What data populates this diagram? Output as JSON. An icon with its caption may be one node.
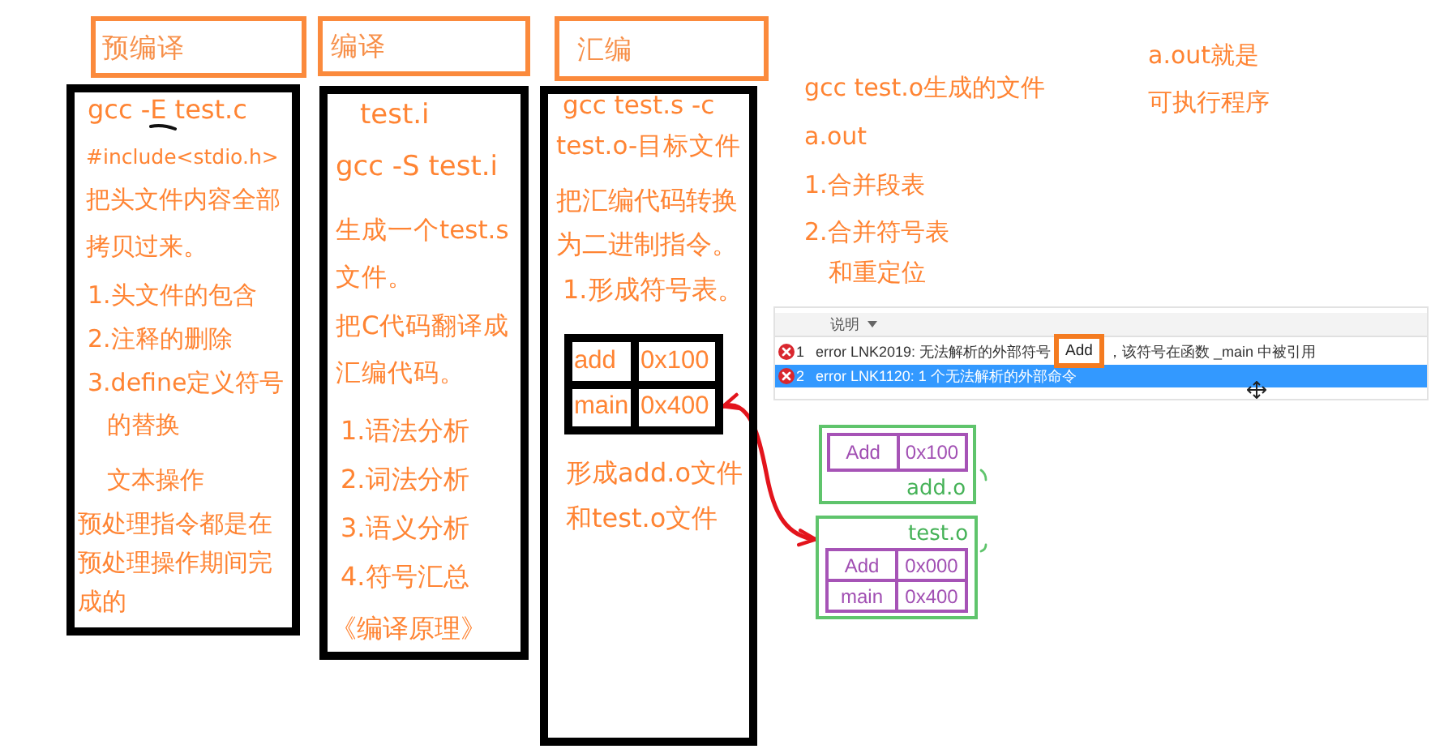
{
  "diagram": {
    "nodes": [
      {
        "text": [
          "预编译"
        ]
      },
      {
        "text": [
          "编译"
        ]
      },
      {
        "text": [
          "汇编"
        ]
      },
      {
        "text": [
          "gcc -E test.c",
          "#include<stdio.h>",
          "把头文件内容全部拷贝过来。",
          "1.头文件的包含",
          "2.注释的删除",
          "3.define定义符号的替换",
          "文本操作",
          "预处理指令都是在预处理操作期间完成的"
        ]
      },
      {
        "text": [
          "test.i",
          "gcc -S test.i",
          "生成一个test.s文件。",
          "把C代码翻译成汇编代码。",
          "1.语法分析",
          "2.词法分析",
          "3.语义分析",
          "4.符号汇总",
          "《编译原理》"
        ]
      },
      {
        "text": [
          "gcc test.s -c",
          "test.o-目标文件",
          "把汇编代码转换为二进制指令。",
          "1.形成符号表。",
          "形成add.o文件和test.o文件"
        ]
      },
      {
        "text": [
          "add",
          "0x100",
          "main",
          "0x400"
        ],
        "in": 5
      },
      {
        "text": [
          "Add"
        ]
      },
      {
        "text": [
          "add.o"
        ]
      },
      {
        "text": [
          "Add",
          "0x100"
        ],
        "in": 8
      },
      {
        "text": [
          "test.o"
        ]
      },
      {
        "text": [
          "Add",
          "0x000",
          "main",
          "0x400"
        ],
        "in": 10
      }
    ],
    "edges": [
      {
        "from": 6,
        "to": 10,
        "arrow": "both"
      }
    ],
    "labels": [
      "a.out就是可执行程序",
      "gcc test.o生成的文件",
      "a.out",
      "1.合并段表",
      "2.合并符号表和重定位",
      "说明",
      "1",
      "error LNK2019: 无法解析的外部符号",
      "，该符号在函数 _main 中被引用",
      "2",
      "error LNK1120: 1 个无法解析的外部命令"
    ]
  }
}
